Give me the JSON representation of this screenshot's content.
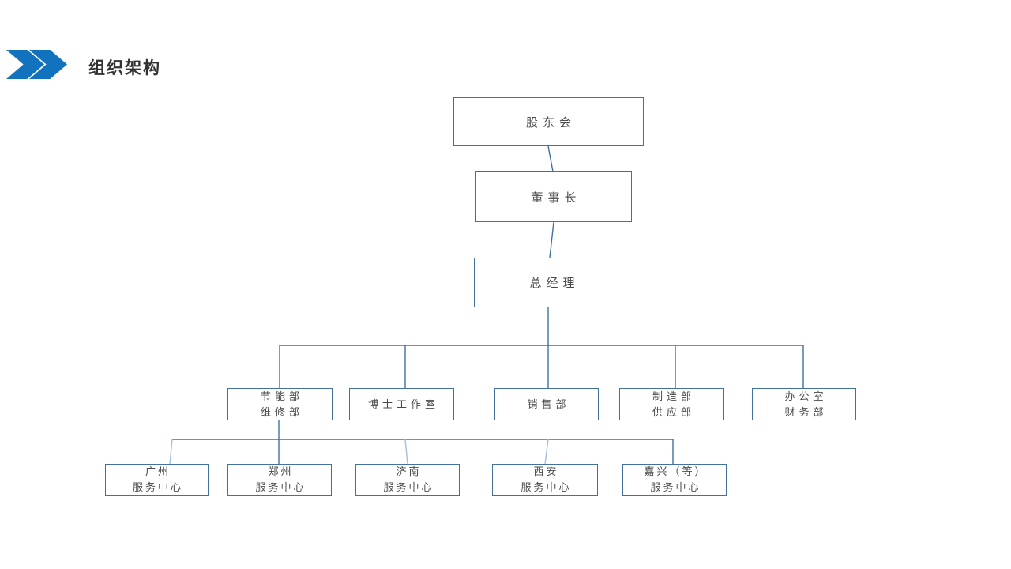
{
  "slide": {
    "title": "组织架构"
  },
  "colors": {
    "accent_blue": "#1173BE",
    "connector_blue": "#41719C",
    "connector_light_blue": "#A3BEE0",
    "box_text": "#4A4A4A",
    "title_text": "#333333"
  },
  "org_chart": {
    "top": {
      "label": "股东会"
    },
    "level2": {
      "label": "董事长"
    },
    "level3": {
      "label": "总经理"
    },
    "departments": [
      {
        "lines": [
          "节能部",
          "维修部"
        ]
      },
      {
        "lines": [
          "博士工作室"
        ]
      },
      {
        "lines": [
          "销售部"
        ]
      },
      {
        "lines": [
          "制造部",
          "供应部"
        ]
      },
      {
        "lines": [
          "办公室",
          "财务部"
        ]
      }
    ],
    "service_centers": [
      {
        "lines": [
          "广州",
          "服务中心"
        ]
      },
      {
        "lines": [
          "郑州",
          "服务中心"
        ]
      },
      {
        "lines": [
          "济南",
          "服务中心"
        ]
      },
      {
        "lines": [
          "西安",
          "服务中心"
        ]
      },
      {
        "lines": [
          "嘉兴（等）",
          "服务中心"
        ]
      }
    ]
  }
}
